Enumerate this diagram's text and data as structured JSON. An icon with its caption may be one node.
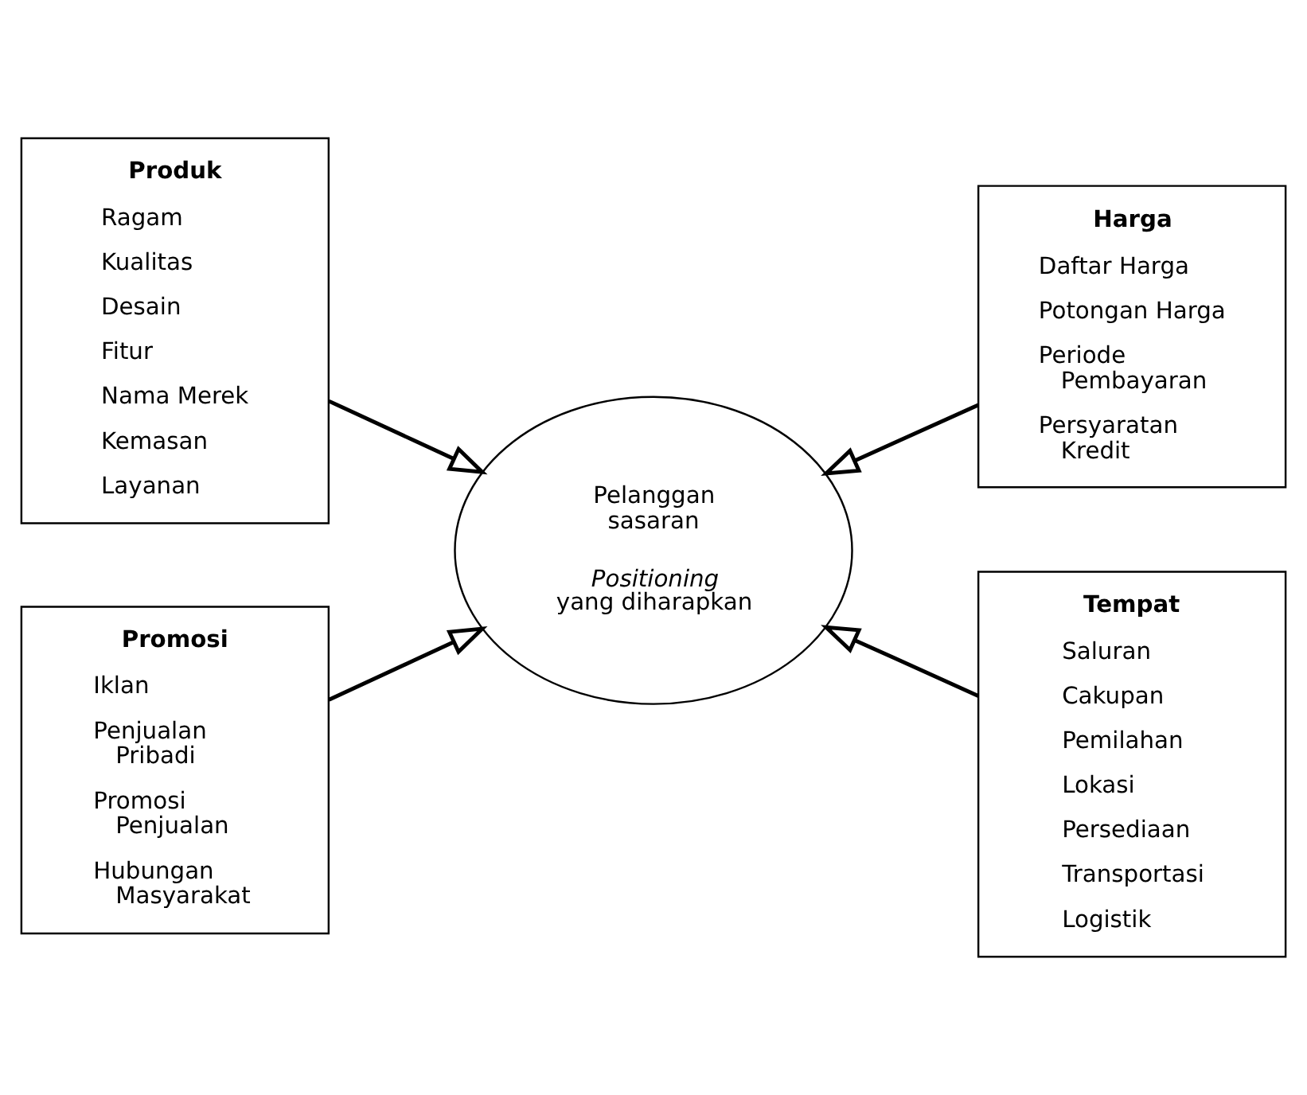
{
  "diagram": {
    "nodes": [
      {
        "text": [
          "Produk",
          "Ragam",
          "Kualitas",
          "Desain",
          "Fitur",
          "Nama Merek",
          "Kemasan",
          "Layanan"
        ]
      },
      {
        "text": [
          "Harga",
          "Daftar Harga",
          "Potongan Harga",
          "Periode Pembayaran",
          "Persyaratan Kredit"
        ]
      },
      {
        "text": [
          "Pelanggan sasaran",
          "*Positioning* yang diharapkan"
        ]
      },
      {
        "text": [
          "Promosi",
          "Iklan",
          "Penjualan Pribadi",
          "Promosi Penjualan",
          "Hubungan Masyarakat"
        ]
      },
      {
        "text": [
          "Tempat",
          "Saluran",
          "Cakupan",
          "Pemilahan",
          "Lokasi",
          "Persediaan",
          "Transportasi",
          "Logistik"
        ]
      }
    ],
    "edges": [
      {
        "from": 0,
        "to": 2,
        "arrow": "to"
      },
      {
        "from": 1,
        "to": 2,
        "arrow": "to"
      },
      {
        "from": 3,
        "to": 2,
        "arrow": "to"
      },
      {
        "from": 4,
        "to": 2,
        "arrow": "to"
      }
    ]
  }
}
